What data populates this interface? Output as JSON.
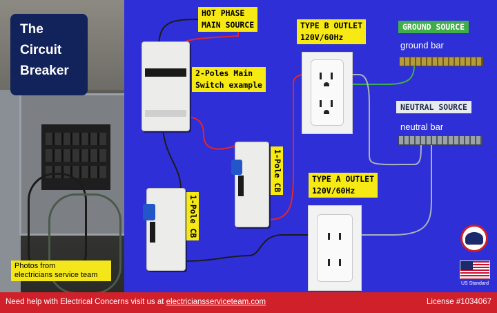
{
  "title_card": {
    "line1": "The",
    "line2": "Circuit",
    "line3": "Breaker"
  },
  "photo_note": {
    "line1": "Photos from",
    "line2": "electricians service team"
  },
  "labels": {
    "hot_phase_1": "HOT PHASE",
    "hot_phase_2": "MAIN SOURCE",
    "main_switch_1": "2-Poles Main",
    "main_switch_2": "Switch example",
    "type_b_1": "TYPE B OUTLET",
    "type_b_2": "120V/60Hz",
    "type_a_1": "TYPE A OUTLET",
    "type_a_2": "120V/60Hz",
    "one_pole_right": "1-Pole CB",
    "one_pole_left": "1-Pole CB",
    "ground_source": "GROUND SOURCE",
    "ground_bar": "ground bar",
    "neutral_source": "NEUTRAL SOURCE",
    "neutral_bar": "neutral bar",
    "us_standard": "US Standard"
  },
  "footer": {
    "prefix": "Need help with Electrical Concerns visit us at ",
    "link": "electriciansserviceteam.com",
    "license": "License #1034067"
  },
  "colors": {
    "background": "#2f2fd8",
    "label_yellow": "#f7ea14",
    "ground_green": "#3fae49",
    "neutral_gray": "#8e9aa2",
    "hot_red": "#e0262d",
    "footer_red": "#d0202a"
  }
}
